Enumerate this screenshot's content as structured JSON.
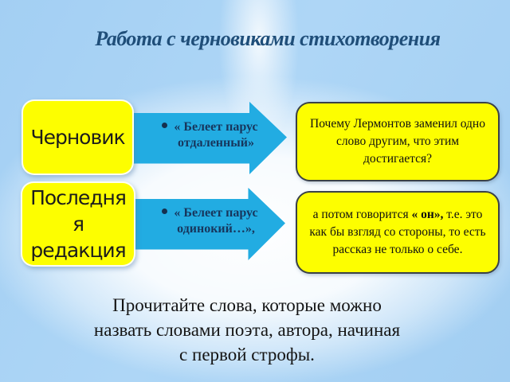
{
  "slide": {
    "title": "Работа с черновиками стихотворения",
    "colors": {
      "background_blue": "#A6D0F3",
      "arrow_fill": "#22ACE2",
      "box_yellow": "#FDFE00",
      "title_text": "#1F4E79",
      "arrow_text": "#17365D",
      "note_border": "#3A4147"
    }
  },
  "rows": [
    {
      "label": {
        "lines": [
          "Черновик"
        ]
      },
      "arrow": {
        "bullet": "•",
        "lines": [
          "« Белеет парус",
          "отдаленный»"
        ]
      },
      "note": {
        "lines": [
          "Почему Лермонтов заменил одно",
          "слово другим, что этим",
          "достигается?"
        ]
      }
    },
    {
      "label": {
        "lines": [
          "Последня",
          "я",
          "редакция"
        ]
      },
      "arrow": {
        "bullet": "•",
        "lines": [
          "« Белеет парус",
          "одинокий…»,"
        ]
      },
      "note": {
        "line1_pre": "а потом говорится ",
        "line1_bold": "« он»,",
        "line1_post": " т.е. это",
        "lines": [
          "как бы взгляд со стороны, то есть",
          "рассказ не только о себе."
        ]
      }
    }
  ],
  "footer": {
    "lines": [
      "Прочитайте слова, которые можно",
      "назвать словами поэта, автора, начиная",
      "с первой строфы."
    ]
  }
}
